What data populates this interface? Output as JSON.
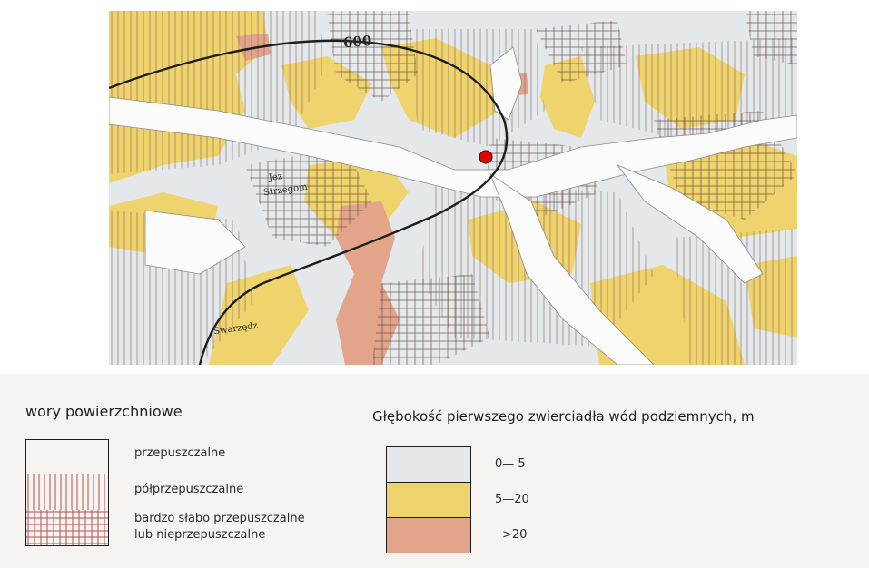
{
  "map": {
    "contour_label": "600",
    "place_labels": [
      "Strzegom",
      "Swarzędz",
      "Jez"
    ],
    "marker_color": "#e60000",
    "colors": {
      "depth_0_5": "#e4e8ea",
      "depth_5_20": "#efd36c",
      "depth_over_20": "#e2a58a",
      "hatch": "#7a5a55"
    }
  },
  "legend": {
    "left_title": "wory powierzchniowe",
    "permeable": "przepuszczalne",
    "semi_permeable": "półprzepuszczalne",
    "weakly_permeable_line1": "bardzo słabo przepuszczalne",
    "weakly_permeable_line2": "lub nieprzepuszczalne",
    "right_title": "Głębokość pierwszego zwierciadła wód podziemnych, m",
    "depth_ranges": [
      "0— 5",
      "5—20",
      ">20"
    ]
  }
}
